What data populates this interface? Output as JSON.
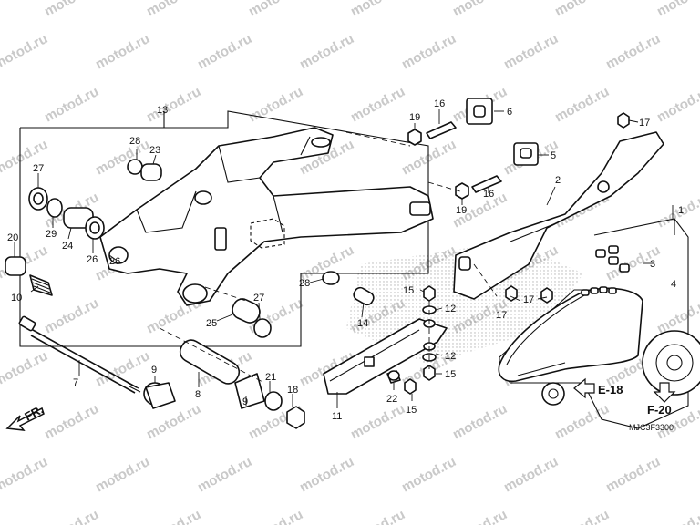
{
  "watermark": "motod.ru",
  "diagram_code": "MJC3F3300",
  "front_marker": "FR.",
  "references": {
    "engine": "E-18",
    "frame": "F-20"
  },
  "callouts": {
    "c1": "1",
    "c2": "2",
    "c3": "3",
    "c4": "4",
    "c5": "5",
    "c6": "6",
    "c7": "7",
    "c8": "8",
    "c9a": "9",
    "c9b": "9",
    "c10": "10",
    "c11": "11",
    "c12a": "12",
    "c12b": "12",
    "c13": "13",
    "c14": "14",
    "c15a": "15",
    "c15b": "15",
    "c15c": "15",
    "c16a": "16",
    "c16b": "16",
    "c17a": "17",
    "c17b": "17",
    "c17c": "17",
    "c18": "18",
    "c19a": "19",
    "c19b": "19",
    "c20": "20",
    "c21": "21",
    "c22": "22",
    "c23": "23",
    "c24": "24",
    "c25": "25",
    "c26a": "26",
    "c26b": "26",
    "c27a": "27",
    "c27b": "27",
    "c28a": "28",
    "c28b": "28",
    "c29": "29"
  }
}
